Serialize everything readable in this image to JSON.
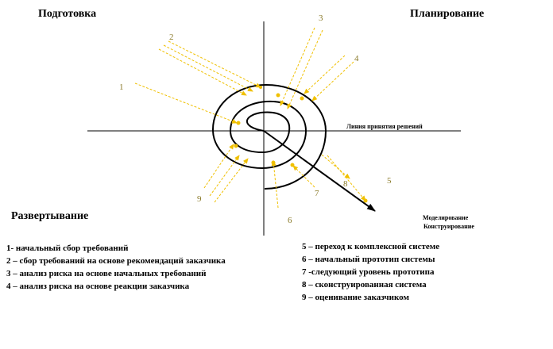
{
  "quadrants": {
    "top_left": "Подготовка",
    "top_right": "Планирование",
    "bottom_left": "Развертывание"
  },
  "axis_labels": {
    "decision_line": "Линия принятия решений",
    "modeling": "Моделирование",
    "design": "Конструирование"
  },
  "markers": [
    "1",
    "2",
    "3",
    "4",
    "5",
    "6",
    "7",
    "8",
    "9"
  ],
  "legend_left": [
    "1- начальный сбор требований",
    "2 – сбор требований на основе рекомендаций заказчика",
    "3 – анализ риска на основе начальных требований",
    "4 – анализ риска на основе реакции заказчика"
  ],
  "legend_right": [
    "5 – переход к комплексной системе",
    "6 – начальный прототип системы",
    "7 -следующий уровень прототипа",
    "8 – сконструированная система",
    "9 – оценивание заказчиком"
  ],
  "colors": {
    "arrow": "#f0c000",
    "ink": "#000000",
    "marker_text": "#8a7a2a"
  }
}
